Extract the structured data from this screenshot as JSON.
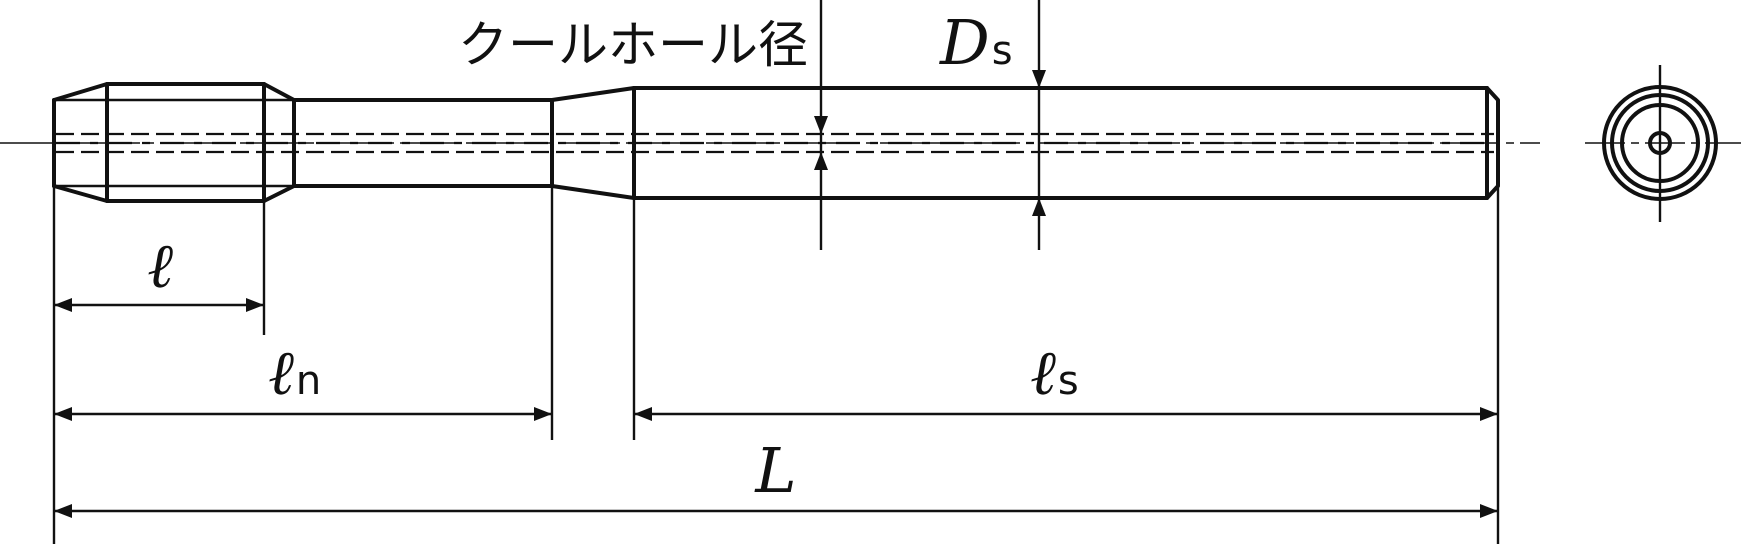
{
  "labels": {
    "coolant_hole": "クールホール径",
    "D_main": "D",
    "D_sub": "s",
    "l": "ℓ",
    "ln_main": "ℓ",
    "ln_sub": "n",
    "ls_main": "ℓ",
    "ls_sub": "s",
    "L": "L"
  }
}
